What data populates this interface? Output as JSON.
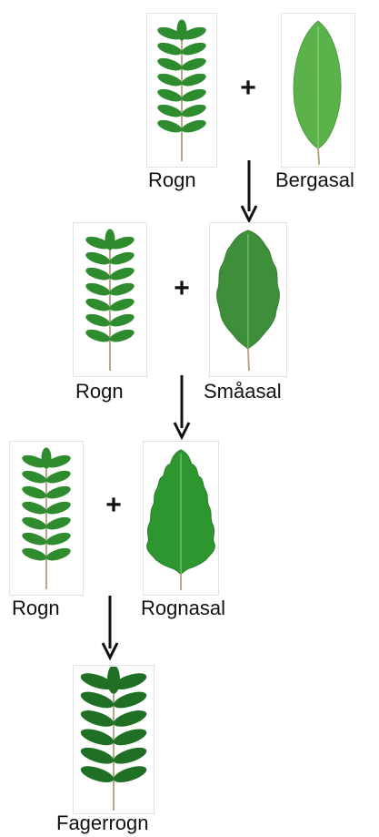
{
  "colors": {
    "pinnate_leaf": "#2e8b2e",
    "pinnate_leaf_dark": "#1f6f24",
    "bergasal_leaf": "#5bb24a",
    "smaasal_leaf": "#3f8f3a",
    "rognasal_leaf": "#2d962f",
    "stem": "#b9a78a",
    "arrow": "#111111"
  },
  "rows": [
    {
      "left": {
        "label": "Rogn",
        "icon": "rowan-leaf-icon"
      },
      "operator": "+",
      "right": {
        "label": "Bergasal",
        "icon": "bergasal-leaf-icon"
      }
    },
    {
      "left": {
        "label": "Rogn",
        "icon": "rowan-leaf-icon"
      },
      "operator": "+",
      "right": {
        "label": "Småasal",
        "icon": "smaasal-leaf-icon"
      }
    },
    {
      "left": {
        "label": "Rogn",
        "icon": "rowan-leaf-icon"
      },
      "operator": "+",
      "right": {
        "label": "Rognasal",
        "icon": "rognasal-leaf-icon"
      }
    }
  ],
  "result": {
    "label": "Fagerrogn",
    "icon": "fagerrogn-leaf-icon"
  }
}
